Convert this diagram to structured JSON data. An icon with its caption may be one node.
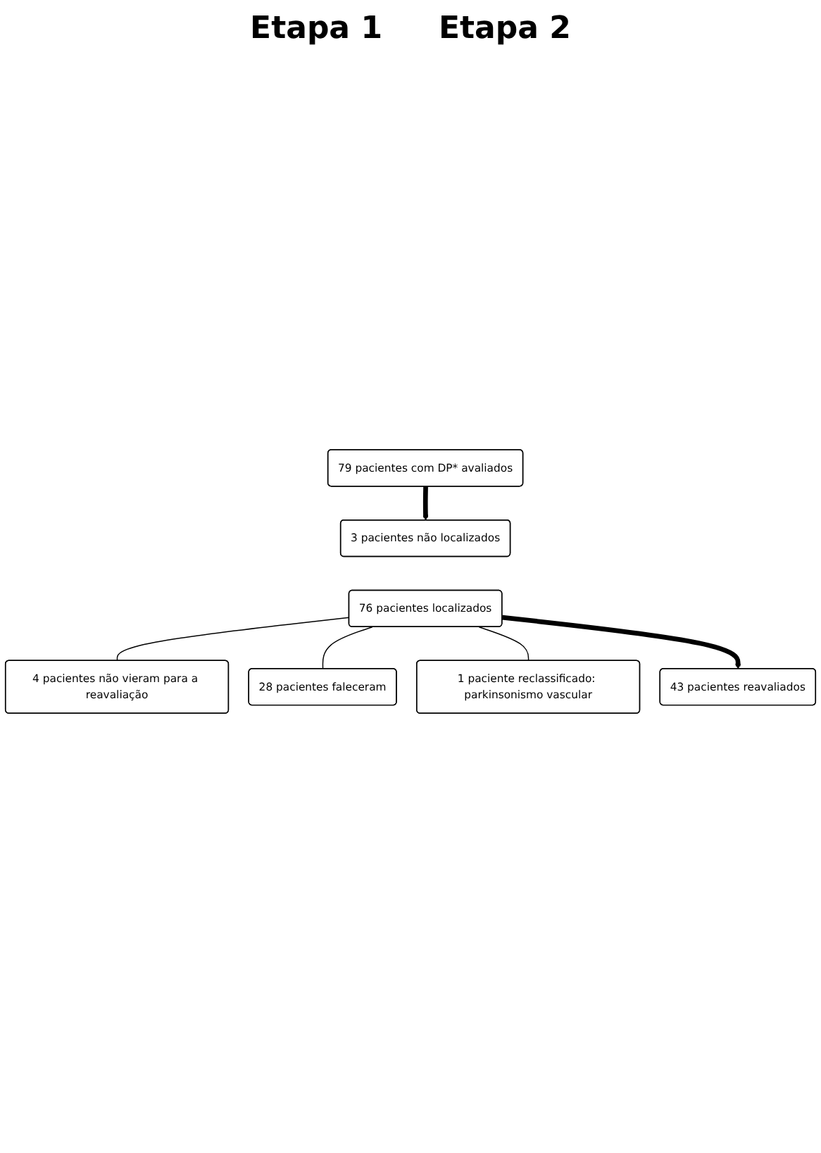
{
  "diagram": {
    "nodes": [
      {
        "text": [
          "79 pacientes com DP* avaliados"
        ]
      },
      {
        "text": [
          "3 pacientes não localizados"
        ]
      },
      {
        "text": [
          "76 pacientes localizados"
        ]
      },
      {
        "text": [
          "4 pacientes não vieram para a reavaliação"
        ]
      },
      {
        "text": [
          "28 pacientes faleceram"
        ]
      },
      {
        "text": [
          "1 paciente reclassificado: parkinsonismo vascular"
        ]
      },
      {
        "text": [
          "43 pacientes reavaliados"
        ]
      }
    ],
    "edges": [
      {
        "from": 0,
        "to": 1,
        "arrow": "to",
        "style": "thick"
      },
      {
        "from": 2,
        "to": 3,
        "arrow": "none"
      },
      {
        "from": 2,
        "to": 4,
        "arrow": "none"
      },
      {
        "from": 2,
        "to": 5,
        "arrow": "none"
      },
      {
        "from": 2,
        "to": 6,
        "arrow": "to",
        "style": "thick"
      }
    ],
    "labels": [
      "Etapa 1",
      "Etapa 2"
    ]
  }
}
